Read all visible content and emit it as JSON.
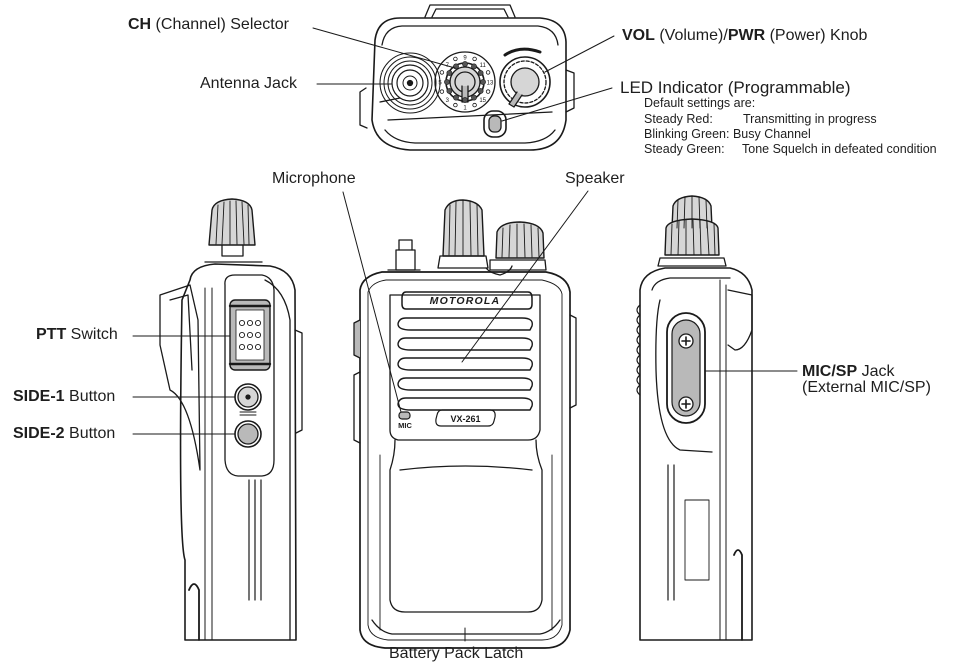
{
  "diagram": {
    "subject": "Motorola VX-261 portable two-way radio — controls and connectors",
    "brand_text": "MOTOROLA",
    "model_text": "VX-261",
    "mic_marking": "MIC",
    "channel_dial_numbers": [
      "1",
      "3",
      "5",
      "7",
      "9",
      "11",
      "13",
      "15"
    ]
  },
  "labels": {
    "ch_selector": {
      "bold": "CH",
      "rest": " (Channel) Selector"
    },
    "antenna_jack": {
      "text": "Antenna Jack"
    },
    "vol_pwr": {
      "bold1": "VOL",
      "mid": " (Volume)/",
      "bold2": "PWR",
      "rest": " (Power) Knob"
    },
    "led": {
      "title": "LED Indicator (Programmable)",
      "intro": "Default settings are:",
      "settings": [
        {
          "state": "Steady Red:",
          "meaning": "Transmitting in progress"
        },
        {
          "state": "Blinking Green:",
          "meaning": "Busy Channel"
        },
        {
          "state": "Steady Green:",
          "meaning": "Tone Squelch in defeated condition"
        }
      ]
    },
    "microphone": {
      "text": "Microphone"
    },
    "speaker": {
      "text": "Speaker"
    },
    "ptt": {
      "bold": "PTT",
      "rest": " Switch"
    },
    "side1": {
      "bold": "SIDE-1",
      "rest": " Button"
    },
    "side2": {
      "bold": "SIDE-2",
      "rest": " Button"
    },
    "mic_sp": {
      "bold": "MIC/SP",
      "rest": " Jack",
      "line2": "(External MIC/SP)"
    },
    "battery_latch": {
      "text": "Battery Pack Latch"
    }
  },
  "colors": {
    "line": "#1a1a1a",
    "fill_gray": "#b9b9b9",
    "fill_light": "#d6d6d6",
    "background": "#ffffff"
  }
}
